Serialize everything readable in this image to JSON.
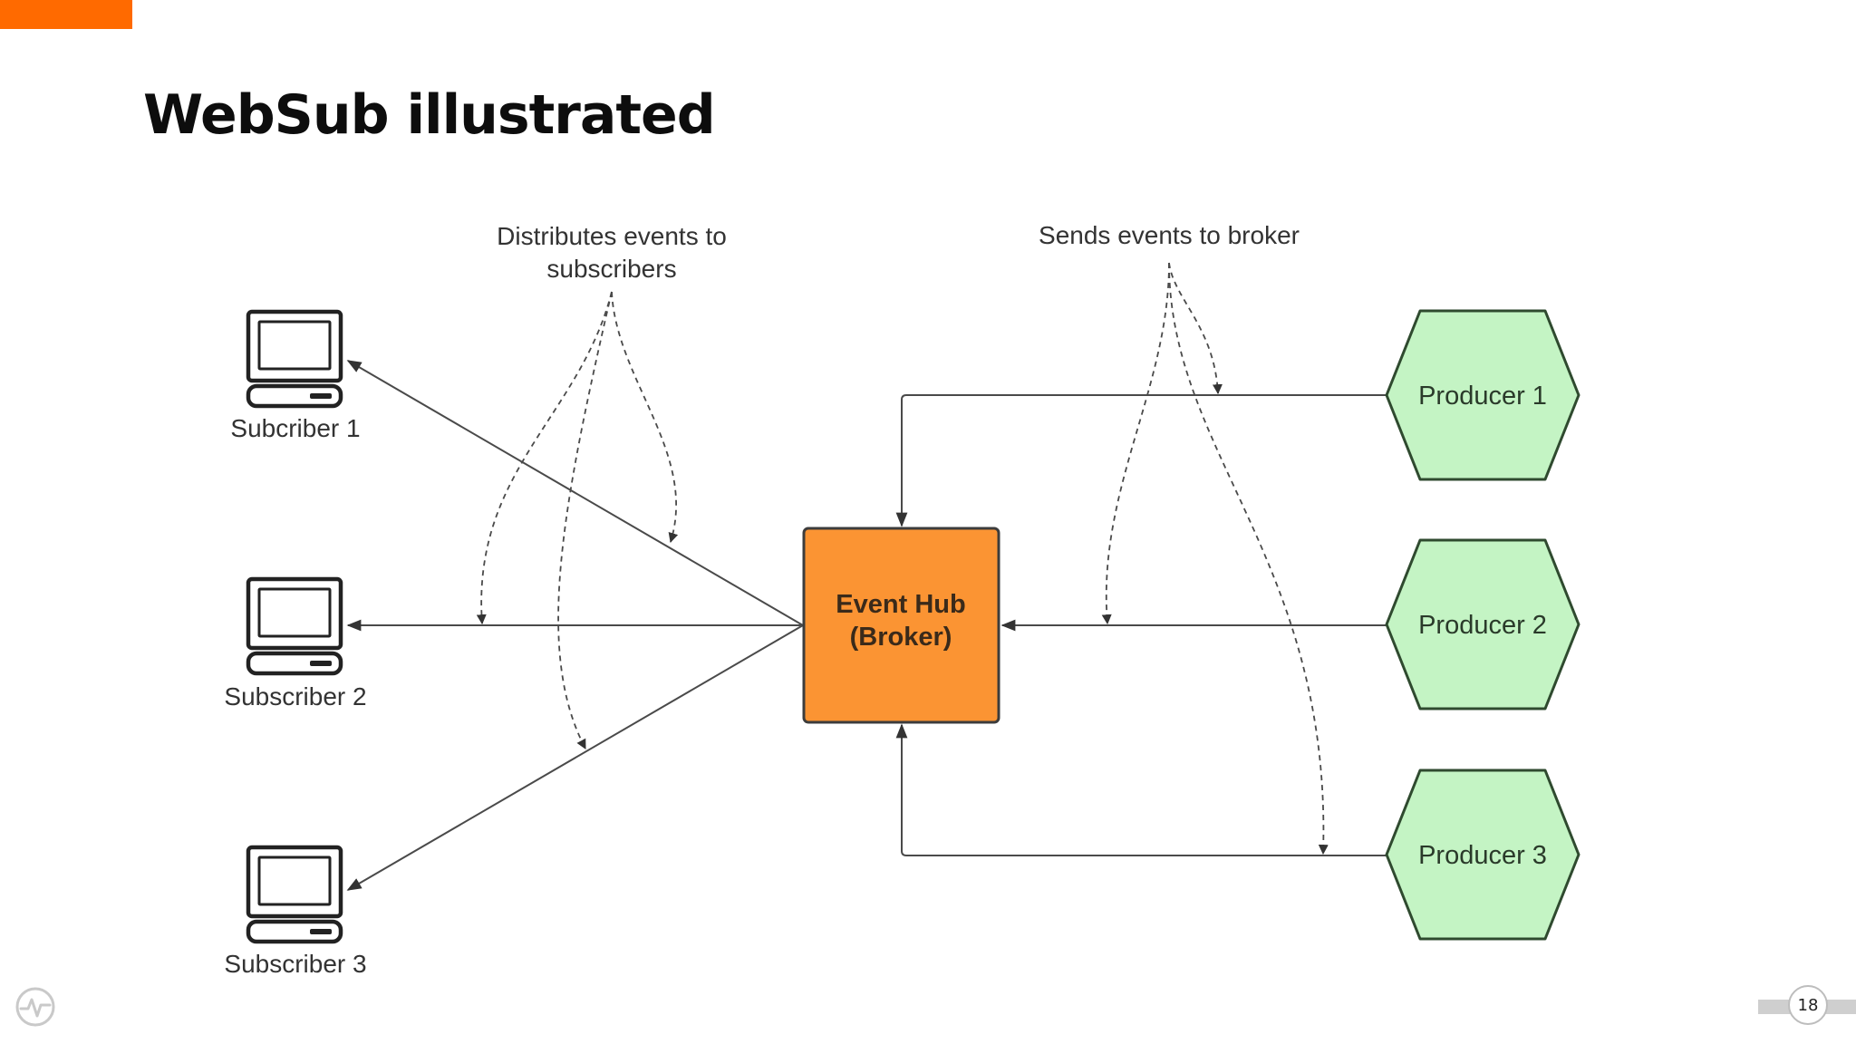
{
  "slide": {
    "title": "WebSub illustrated",
    "page_number": "18"
  },
  "colors": {
    "accent": "#FF6A00",
    "broker_fill": "#FB9433",
    "broker_stroke": "#3c3c3c",
    "producer_fill": "#C4F4C4",
    "producer_stroke": "#2f4a2f",
    "line": "#4a4a4a"
  },
  "diagram": {
    "annotations": {
      "distributes_line1": "Distributes events to",
      "distributes_line2": "subscribers",
      "sends": "Sends events to broker"
    },
    "broker": {
      "line1": "Event Hub",
      "line2": "(Broker)"
    },
    "subscribers": [
      {
        "label": "Subcriber 1",
        "icon": "computer-icon"
      },
      {
        "label": "Subscriber 2",
        "icon": "computer-icon"
      },
      {
        "label": "Subscriber 3",
        "icon": "computer-icon"
      }
    ],
    "producers": [
      {
        "label": "Producer 1"
      },
      {
        "label": "Producer 2"
      },
      {
        "label": "Producer 3"
      }
    ]
  }
}
